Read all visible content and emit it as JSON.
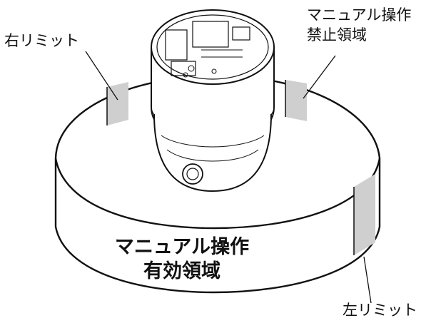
{
  "labels": {
    "right_limit": "右リミット",
    "prohibited_line1": "マニュアル操作",
    "prohibited_line2": "禁止領域",
    "valid_line1": "マニュアル操作",
    "valid_line2": "有効領域",
    "left_limit": "左リミット"
  },
  "colors": {
    "outline": "#111111",
    "limit_fill": "#cfcfcf",
    "background": "#ffffff"
  }
}
